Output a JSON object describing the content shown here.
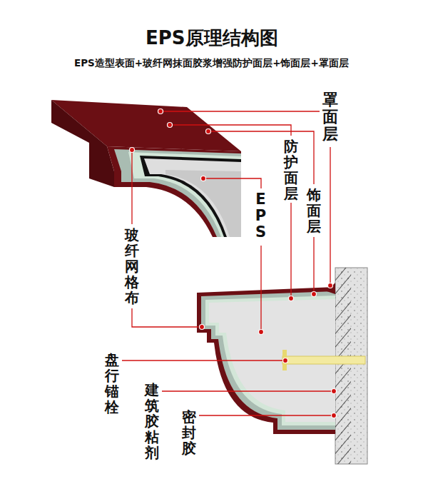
{
  "diagram": {
    "title": "EPS原理结构图",
    "labels": [
      "EPS造型表面+玻纤网抹面胶浆增强防护面层+饰面层+罩面层",
      "罩面层",
      "防护面层",
      "饰面层",
      "EPS",
      "玻纤网格布",
      "盘行锚栓",
      "建筑胶粘剂",
      "密封胶"
    ]
  }
}
